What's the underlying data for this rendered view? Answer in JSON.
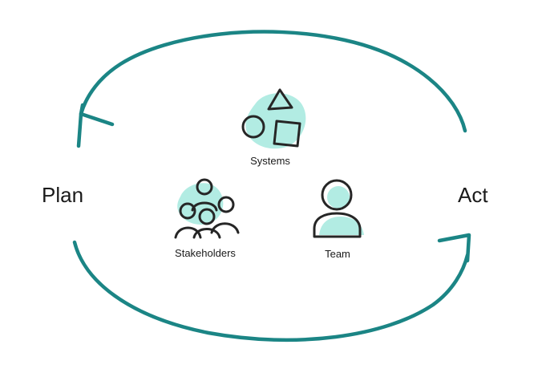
{
  "labels": {
    "plan": "Plan",
    "act": "Act"
  },
  "nodes": {
    "systems": "Systems",
    "stakeholders": "Stakeholders",
    "team": "Team"
  },
  "colors": {
    "arc": "#1b8585",
    "accent": "#b2ece3",
    "ink": "#262626"
  },
  "icons": {
    "systems": "shapes-icon",
    "stakeholders": "people-group-icon",
    "team": "person-icon"
  }
}
